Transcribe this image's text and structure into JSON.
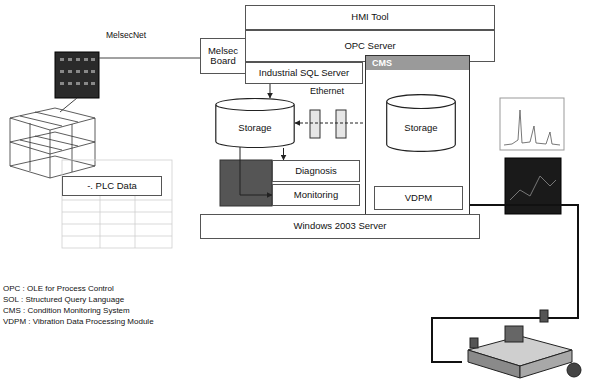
{
  "diagram": {
    "nodes": [
      {
        "text": [
          "HMI Tool"
        ]
      },
      {
        "text": [
          "OPC Server"
        ]
      },
      {
        "text": [
          "Melsec Board"
        ]
      },
      {
        "text": [
          "Industrial SQL Server"
        ]
      },
      {
        "text": [
          "-. PLC Data"
        ]
      },
      {
        "text": [
          "Storage"
        ]
      },
      {
        "text": [
          "CMS"
        ]
      },
      {
        "text": [
          "Storage"
        ],
        "in": 6
      },
      {
        "text": [
          "VDPM"
        ],
        "in": 6
      },
      {
        "text": [
          "Diagnosis"
        ]
      },
      {
        "text": [
          "Monitoring"
        ]
      },
      {
        "text": [
          "Windows 2003 Server"
        ]
      }
    ],
    "edges": [
      {
        "from": 3,
        "to": 5,
        "arrow": "to"
      },
      {
        "from": 5,
        "to": 9,
        "arrow": "to"
      },
      {
        "from": 5,
        "to": 10,
        "arrow": "to"
      },
      {
        "from": 5,
        "to": 7,
        "arrow": "both"
      },
      {
        "from": 8,
        "to": 7,
        "arrow": "to"
      }
    ],
    "labels": [
      "MelsecNet",
      "Ethernet",
      "OPC : OLE for Process Control",
      "SOL : Structured Query Language",
      "CMS : Condition Monitoring System",
      "VDPM : Vibration Data Processing Module"
    ]
  }
}
